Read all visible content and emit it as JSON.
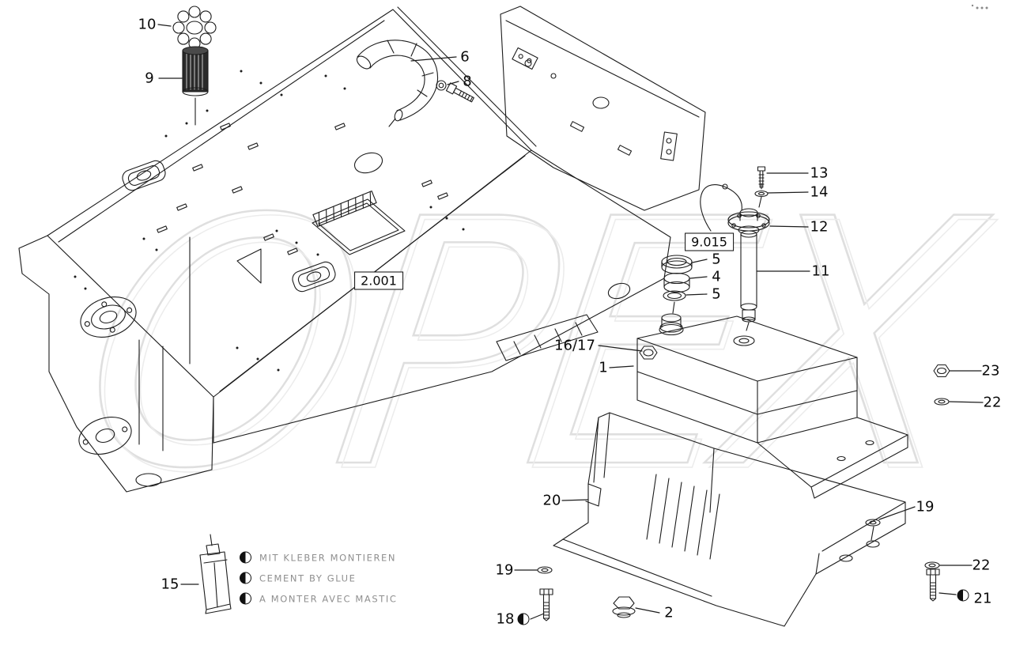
{
  "watermark": {
    "text": "OPEX"
  },
  "ref_boxes": {
    "frame": "2.001",
    "fuel_sender": "9.015"
  },
  "callouts": {
    "n1": "1",
    "n2": "2",
    "n4": "4",
    "n5a": "5",
    "n5b": "5",
    "n6": "6",
    "n8": "8",
    "n9": "9",
    "n10": "10",
    "n11": "11",
    "n12": "12",
    "n13": "13",
    "n14": "14",
    "n15": "15",
    "n16_17": "16/17",
    "n18": "18",
    "n19a": "19",
    "n19b": "19",
    "n20": "20",
    "n21": "21",
    "n22a": "22",
    "n22b": "22",
    "n23": "23"
  },
  "legend": {
    "items": [
      "MIT KLEBER MONTIEREN",
      "CEMENT BY GLUE",
      "A MONTER AVEC MASTIC"
    ]
  }
}
